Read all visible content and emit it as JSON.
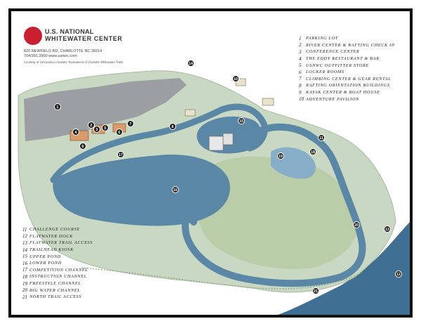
{
  "header": {
    "title": "U.S. NATIONAL",
    "subtitle": "WHITEWATER CENTER",
    "address": "820 NEWFIELD RD, CHARLOTTE NC 28214",
    "phone_web": "704/391.3900  www.usnwc.com",
    "partners": "Courtesy of  OnCarolina Charlotte  Tournament of Charlotte Whitewater Trails"
  },
  "legend_top": [
    {
      "num": "1",
      "label": "PARKING LOT"
    },
    {
      "num": "2",
      "label": "RIVER CENTER & RAFTING CHECK IN"
    },
    {
      "num": "3",
      "label": "CONFERENCE CENTER"
    },
    {
      "num": "4",
      "label": "THE EDDY RESTAURANT & BAR"
    },
    {
      "num": "5",
      "label": "USNWC OUTFITTER STORE"
    },
    {
      "num": "6",
      "label": "LOCKER ROOMS"
    },
    {
      "num": "7",
      "label": "CLIMBING CENTER & GEAR RENTAL"
    },
    {
      "num": "8",
      "label": "RAFTING ORIENTATION BUILDINGS"
    },
    {
      "num": "9",
      "label": "KAYAK CENTER & BOAT HOUSE"
    },
    {
      "num": "10",
      "label": "ADVENTURE PAVILION"
    }
  ],
  "legend_bottom": [
    {
      "num": "11",
      "label": "CHALLENGE COURSE"
    },
    {
      "num": "12",
      "label": "FLATWATER DOCK"
    },
    {
      "num": "13",
      "label": "FLATWATER TRAIL ACCESS"
    },
    {
      "num": "14",
      "label": "TRAILHEAD KIOSK"
    },
    {
      "num": "15",
      "label": "UPPER POND"
    },
    {
      "num": "16",
      "label": "LOWER POND"
    },
    {
      "num": "17",
      "label": "COMPETITION CHANNEL"
    },
    {
      "num": "18",
      "label": "INSTRUCTION CHANNEL"
    },
    {
      "num": "19",
      "label": "FREESTYLE CHANNEL"
    },
    {
      "num": "20",
      "label": "BIG WATER CHANNEL"
    },
    {
      "num": "21",
      "label": "NORTH TRAIL ACCESS"
    }
  ],
  "markers": [
    "1",
    "2",
    "3",
    "4",
    "5",
    "6",
    "7",
    "8",
    "9",
    "10",
    "11",
    "12",
    "13",
    "14",
    "15",
    "16",
    "17",
    "18",
    "19",
    "20",
    "21"
  ],
  "colors": {
    "land": "#c9d8c2",
    "meadow": "#b9cda9",
    "water": "#5a87a6",
    "water_light": "#86aec8",
    "parking": "#9b9fa3",
    "river_outside": "#3f6f93",
    "frame": "#111111"
  }
}
